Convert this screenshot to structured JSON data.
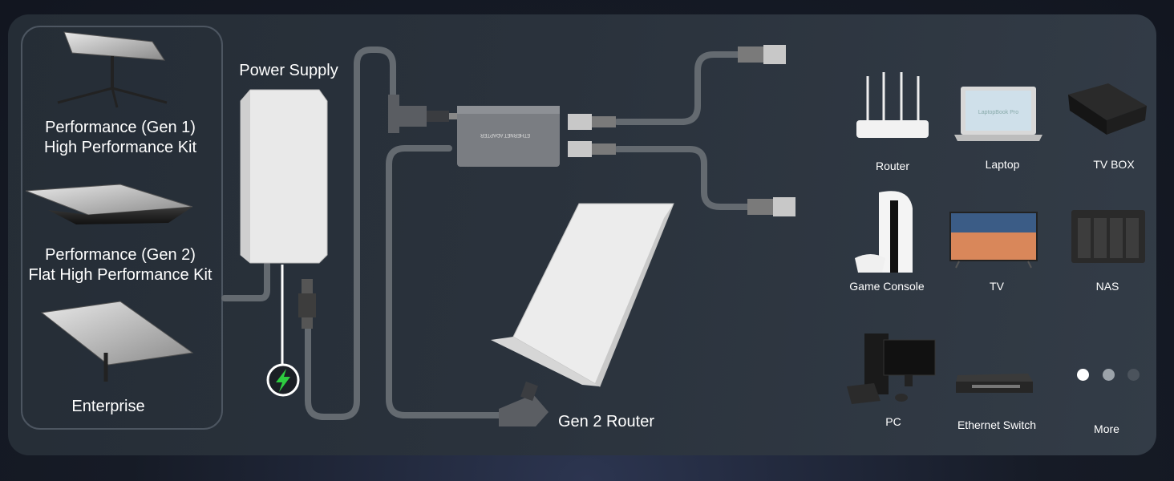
{
  "dishes": {
    "gen1": {
      "line1": "Performance (Gen 1)",
      "line2": "High Performance Kit"
    },
    "gen2": {
      "line1": "Performance (Gen 2)",
      "line2": "Flat High Performance Kit"
    },
    "enterprise": {
      "label": "Enterprise"
    }
  },
  "power_supply": {
    "label": "Power Supply",
    "icon": "lightning-bolt-icon"
  },
  "router": {
    "label": "Gen 2 Router"
  },
  "adapter": {
    "label": "ETHERNET ADAPTER"
  },
  "devices": [
    {
      "label": "Router",
      "icon": "router-icon"
    },
    {
      "label": "Laptop",
      "icon": "laptop-icon"
    },
    {
      "label": "TV BOX",
      "icon": "tv-box-icon"
    },
    {
      "label": "Game Console",
      "icon": "game-console-icon"
    },
    {
      "label": "TV",
      "icon": "tv-icon"
    },
    {
      "label": "NAS",
      "icon": "nas-icon"
    },
    {
      "label": "PC",
      "icon": "pc-icon"
    },
    {
      "label": "Ethernet Switch",
      "icon": "ethernet-switch-icon"
    },
    {
      "label": "More",
      "icon": "carousel-dots-icon"
    }
  ],
  "colors": {
    "accent": "#2ecc40",
    "cable": "#5f6368",
    "panel": "#2a323c"
  }
}
